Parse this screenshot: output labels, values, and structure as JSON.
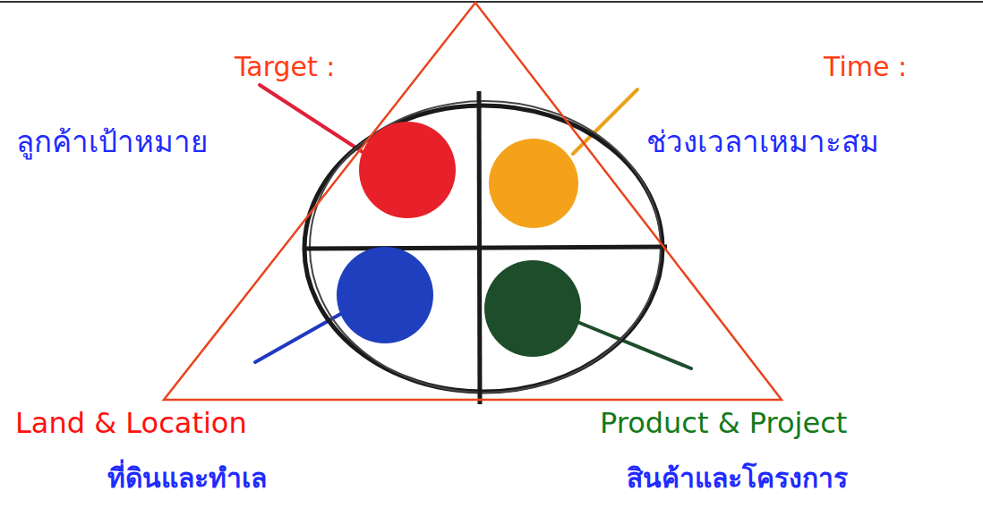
{
  "diagram": {
    "labels": [
      "Target :",
      "ลูกค้าเป้าหมาย",
      "Time :",
      "ช่วงเวลาเหมาะสม",
      "Land & Location",
      "ที่ดินและทำเล",
      "Product & Project",
      "สินค้าและโครงการ"
    ]
  }
}
